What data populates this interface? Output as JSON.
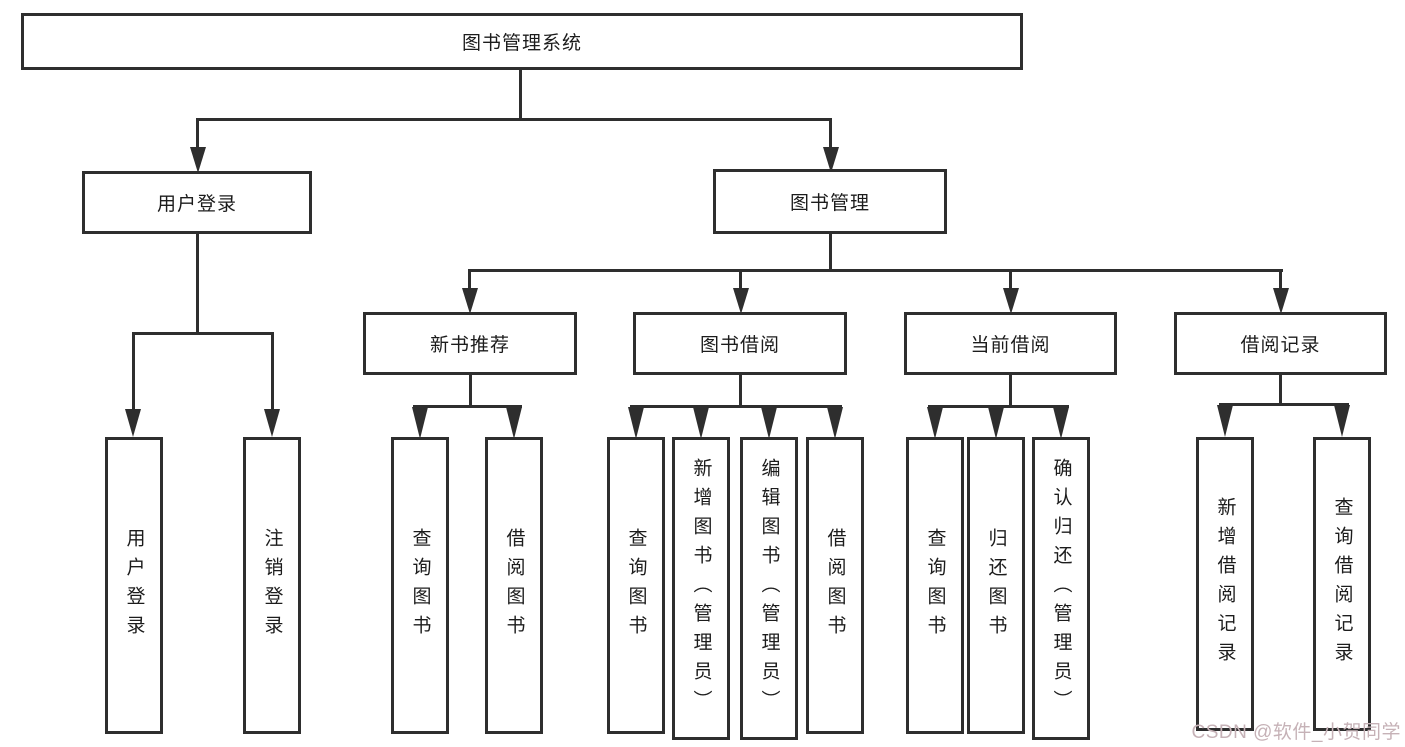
{
  "nodes": {
    "root": "图书管理系统",
    "level2": [
      "用户登录",
      "图书管理"
    ],
    "level3": [
      "新书推荐",
      "图书借阅",
      "当前借阅",
      "借阅记录"
    ],
    "leaves": [
      "用户登录",
      "注销登录",
      "查询图书",
      "借阅图书",
      "查询图书",
      "新增图书（管理员）",
      "编辑图书（管理员）",
      "借阅图书",
      "查询图书",
      "归还图书",
      "确认归还（管理员）",
      "新增借阅记录",
      "查询借阅记录"
    ]
  },
  "watermark": "CSDN @软件_小贺同学",
  "colors": {
    "line": "#2e2e2e",
    "box_background": "#ffffff",
    "text": "#1c1c1c",
    "watermark": "#c6b2b7"
  }
}
